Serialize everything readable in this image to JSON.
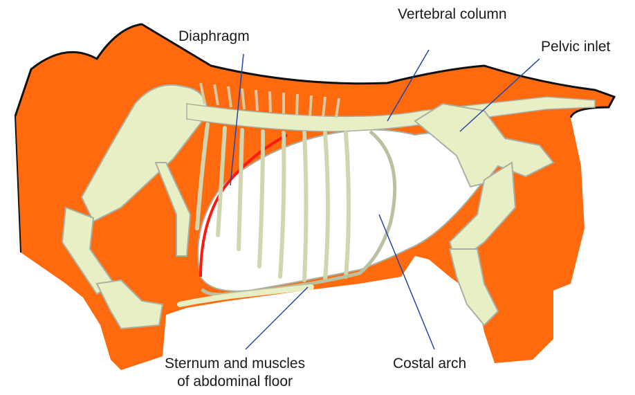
{
  "labels": {
    "diaphragm": "Diaphragm",
    "vertebral_column": "Vertebral column",
    "pelvic_inlet": "Pelvic inlet",
    "sternum_line1": "Sternum and muscles",
    "sternum_line2": "of abdominal floor",
    "costal_arch": "Costal arch"
  },
  "colors": {
    "body": "#ff6a0f",
    "bone": "#e9efc4",
    "bone_shadow": "#a8b0a4",
    "cavity": "#ffffff",
    "diaphragm": "#ff1a10",
    "outline": "#111111",
    "leader": "#2244aa"
  }
}
